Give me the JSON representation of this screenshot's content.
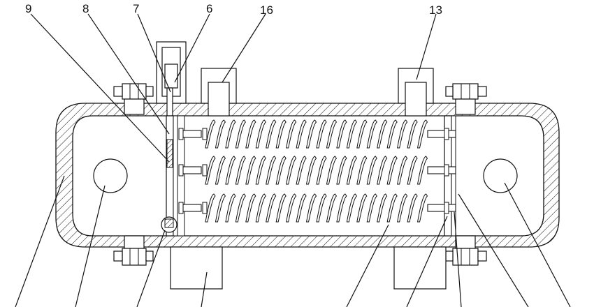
{
  "labels": {
    "l9": "9",
    "l8": "8",
    "l7": "7",
    "l6": "6",
    "l16": "16",
    "l13": "13"
  },
  "colors": {
    "stroke": "#111111",
    "background": "#ffffff"
  },
  "structure": {
    "spring_count": 3,
    "coil_turns_per_spring": 22
  }
}
